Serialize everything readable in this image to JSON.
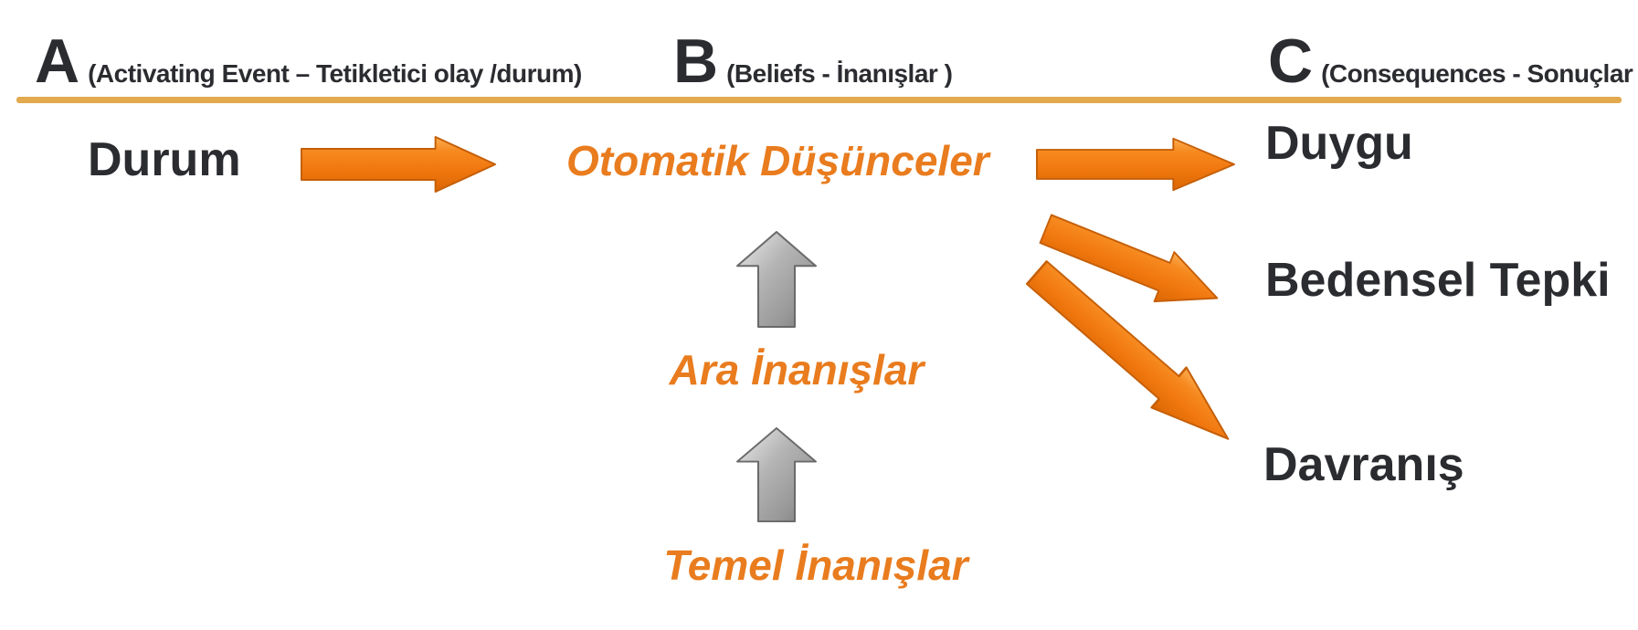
{
  "headers": {
    "a": {
      "letter": "A",
      "sub": "(Activating Event – Tetikletici olay /durum)"
    },
    "b": {
      "letter": "B",
      "sub": "(Beliefs - İnanışlar )"
    },
    "c": {
      "letter": "C",
      "sub": "(Consequences - Sonuçlar )"
    }
  },
  "nodes": {
    "situation": "Durum",
    "automatic_thoughts": "Otomatik Düşünceler",
    "intermediate_beliefs": "Ara İnanışlar",
    "core_beliefs": "Temel İnanışlar",
    "emotion": "Duygu",
    "physical_reaction": "Bedensel Tepki",
    "behavior": "Davranış"
  },
  "connections": [
    {
      "from": "Durum",
      "to": "Otomatik Düşünceler",
      "style": "orange-right-arrow"
    },
    {
      "from": "Otomatik Düşünceler",
      "to": "Duygu",
      "style": "orange-right-arrow"
    },
    {
      "from": "Otomatik Düşünceler",
      "to": "Bedensel Tepki",
      "style": "orange-diagonal-arrow"
    },
    {
      "from": "Otomatik Düşünceler",
      "to": "Davranış",
      "style": "orange-diagonal-arrow"
    },
    {
      "from": "Ara İnanışlar",
      "to": "Otomatik Düşünceler",
      "style": "gray-up-arrow"
    },
    {
      "from": "Temel İnanışlar",
      "to": "Ara İnanışlar",
      "style": "gray-up-arrow"
    }
  ],
  "colors": {
    "orange_text": "#E97C1E",
    "dark_text": "#2B2C30",
    "divider_line": "#E2A94E",
    "arrow_orange_main": "#F1770F",
    "arrow_orange_light": "#FBAE52",
    "arrow_orange_dark": "#DB6703",
    "arrow_orange_stroke": "#C55F08",
    "arrow_gray_light": "#EDEDED",
    "arrow_gray_dark": "#787878",
    "arrow_gray_stroke": "#6A6A6A",
    "background": "#FFFFFF"
  }
}
